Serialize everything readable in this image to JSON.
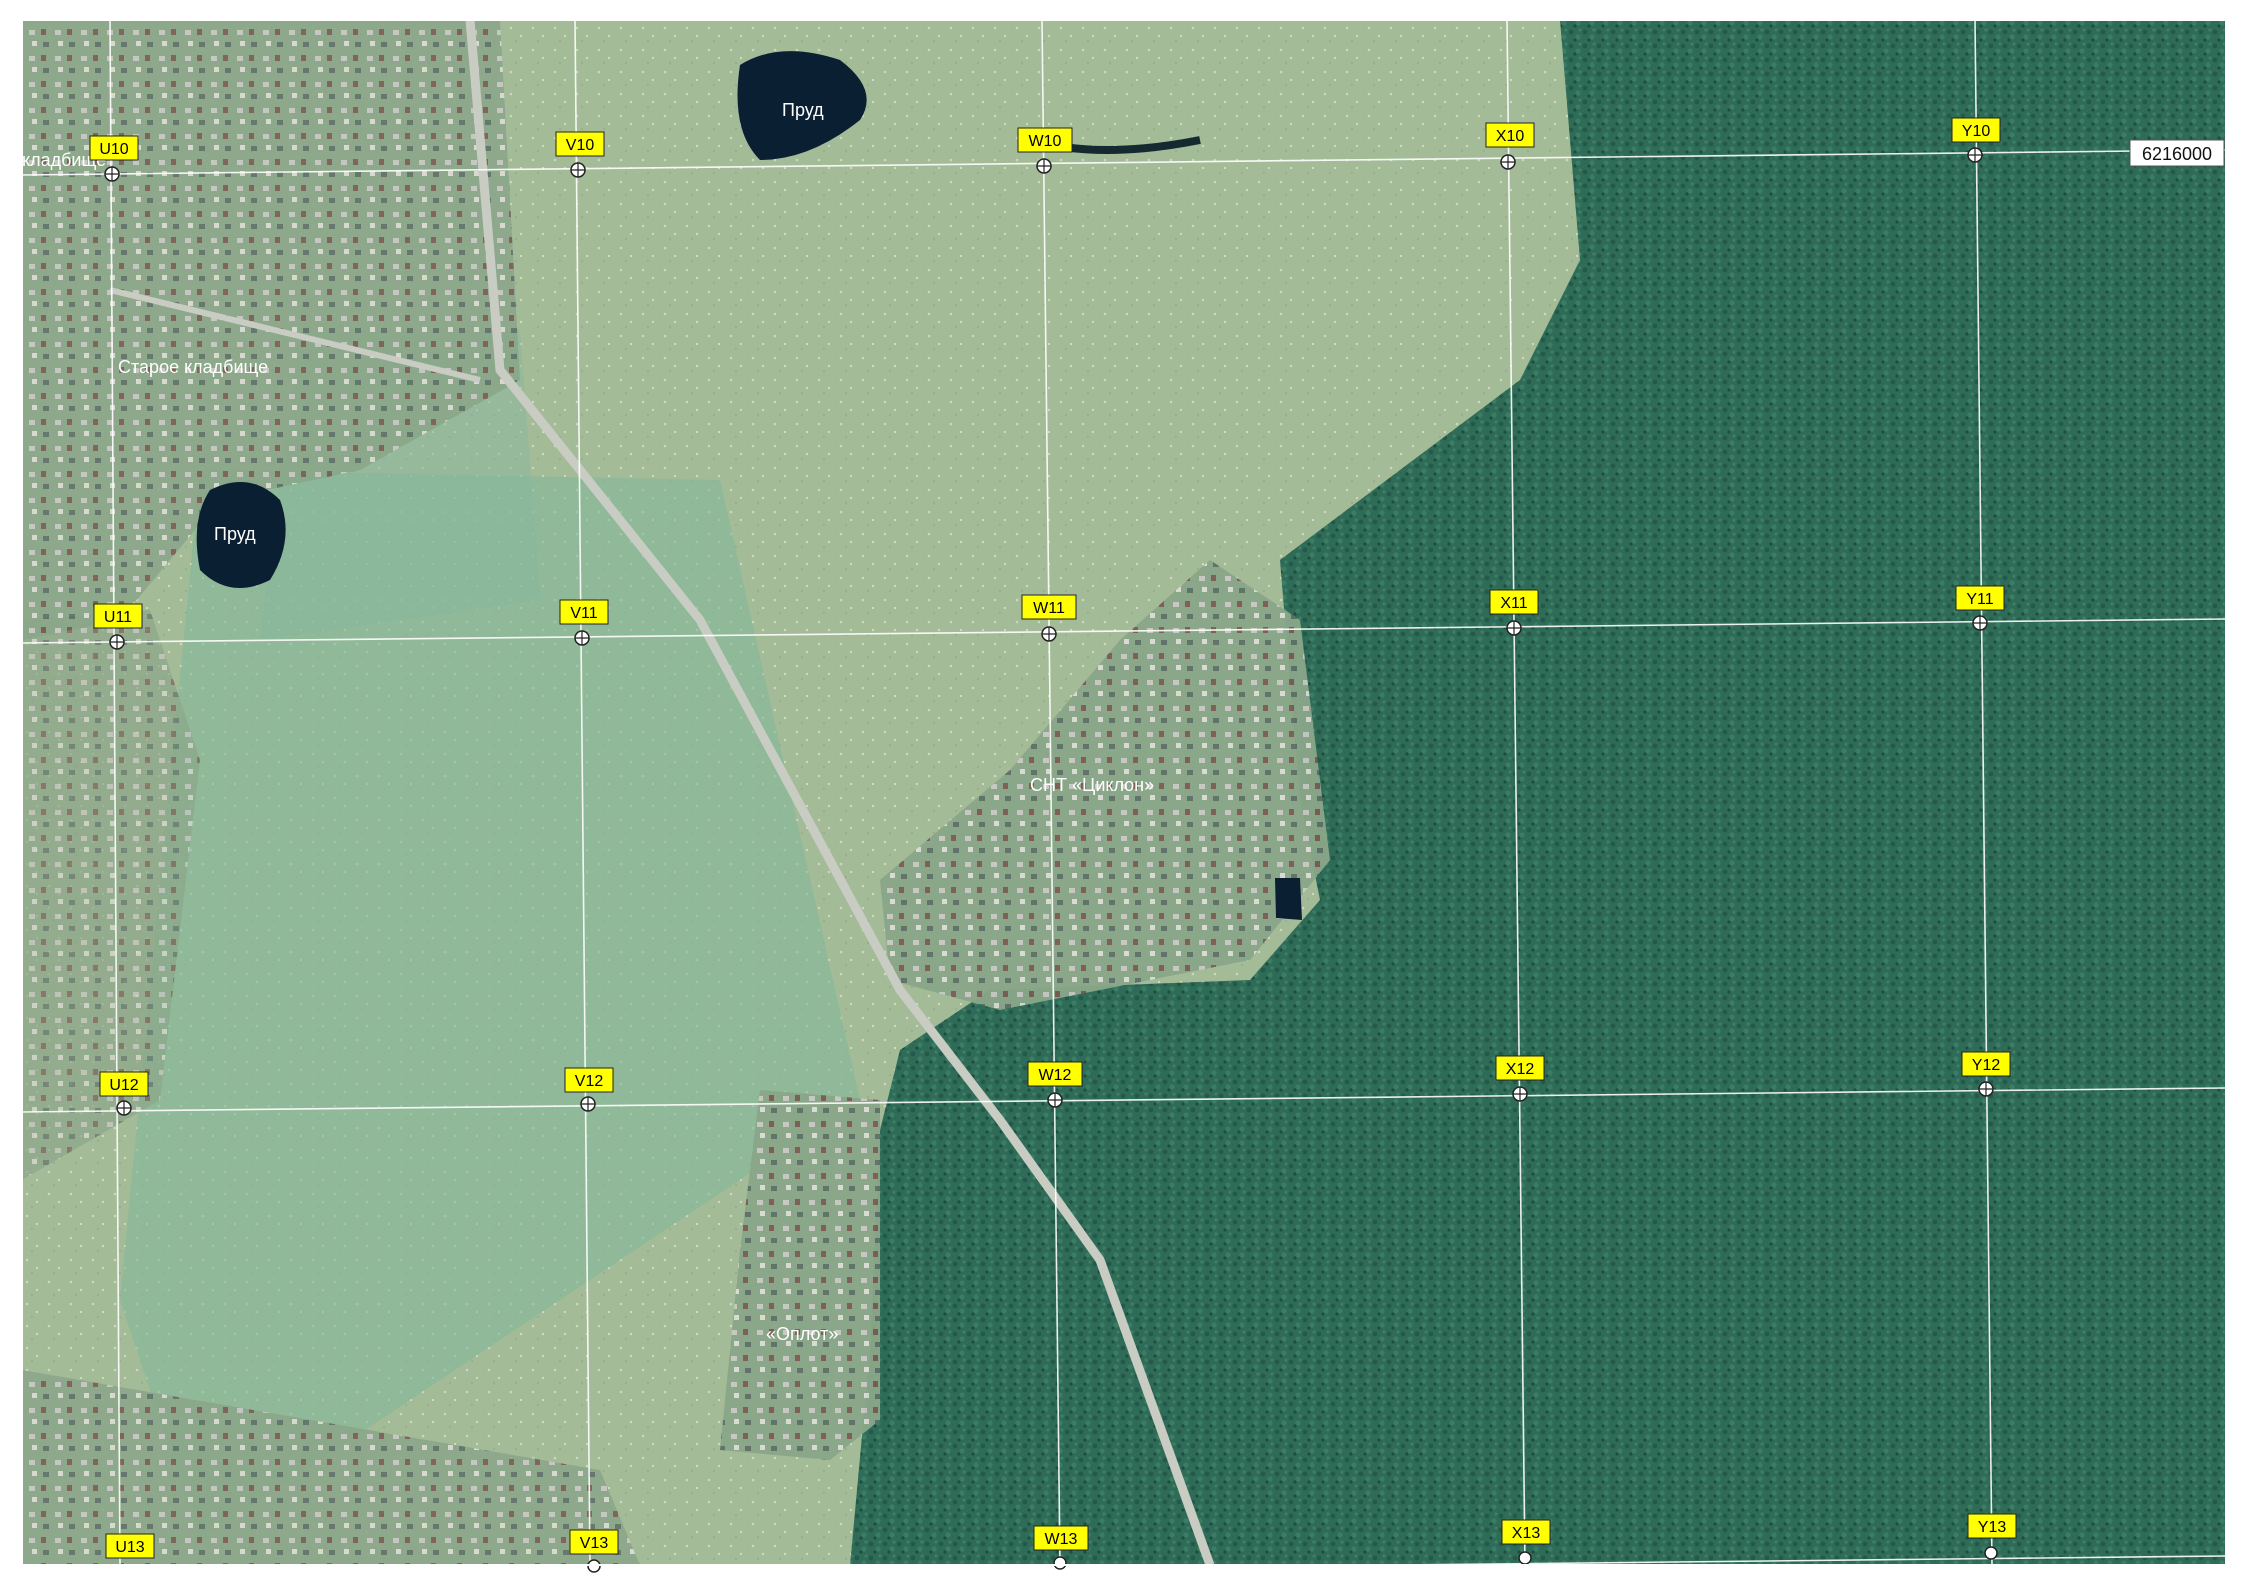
{
  "map": {
    "coordinate_label": "6216000",
    "grid_labels": {
      "row10": [
        "U10",
        "V10",
        "W10",
        "X10",
        "Y10"
      ],
      "row11": [
        "U11",
        "V11",
        "W11",
        "X11",
        "Y11"
      ],
      "row12": [
        "U12",
        "V12",
        "W12",
        "X12",
        "Y12"
      ],
      "row13": [
        "U13",
        "V13",
        "W13",
        "X13",
        "Y13"
      ]
    },
    "place_labels": {
      "pond_north": "Пруд",
      "pond_west": "Пруд",
      "old_cemetery": "Старое кладбище",
      "cemetery_partial": "кладбище",
      "snt_cyclone": "СНТ «Циклон»",
      "oplot": "«Оплот»"
    },
    "colors": {
      "forest": "#2e6a56",
      "meadow": "#9fb894",
      "water": "#0a1a2a",
      "marker_fill": "#ffff00",
      "grid_line": "#ffffff"
    }
  }
}
